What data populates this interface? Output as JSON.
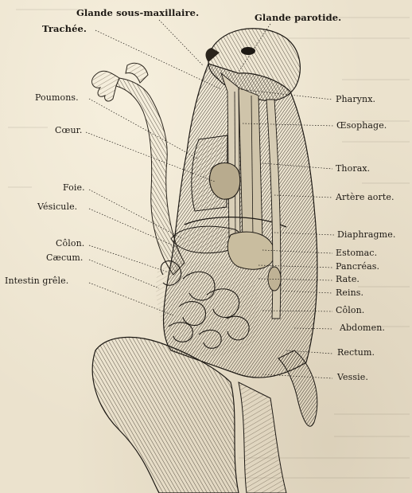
{
  "plate": {
    "background_color": "#ebe2cd",
    "ink_color": "#1d1914",
    "subject": "engraving of a monkey with internal organs exposed"
  },
  "labels": {
    "left": {
      "glande_sous_maxillaire": "Glande sous-maxillaire.",
      "trachee": "Trachée.",
      "poumons": "Poumons.",
      "coeur": "Cœur.",
      "foie": "Foie.",
      "vesicule": "Vésicule.",
      "colon": "Côlon.",
      "caecum": "Cæcum.",
      "intestin_grele": "Intestin grêle."
    },
    "right": {
      "glande_parotide": "Glande parotide.",
      "pharynx": "Pharynx.",
      "oesophage": "Œsophage.",
      "thorax": "Thorax.",
      "artere_aorte": "Artère aorte.",
      "diaphragme": "Diaphragme.",
      "estomac": "Estomac.",
      "pancreas": "Pancréas.",
      "rate": "Rate.",
      "reins": "Reins.",
      "colon": "Côlon.",
      "abdomen": "Abdomen.",
      "rectum": "Rectum.",
      "vessie": "Vessie."
    }
  }
}
